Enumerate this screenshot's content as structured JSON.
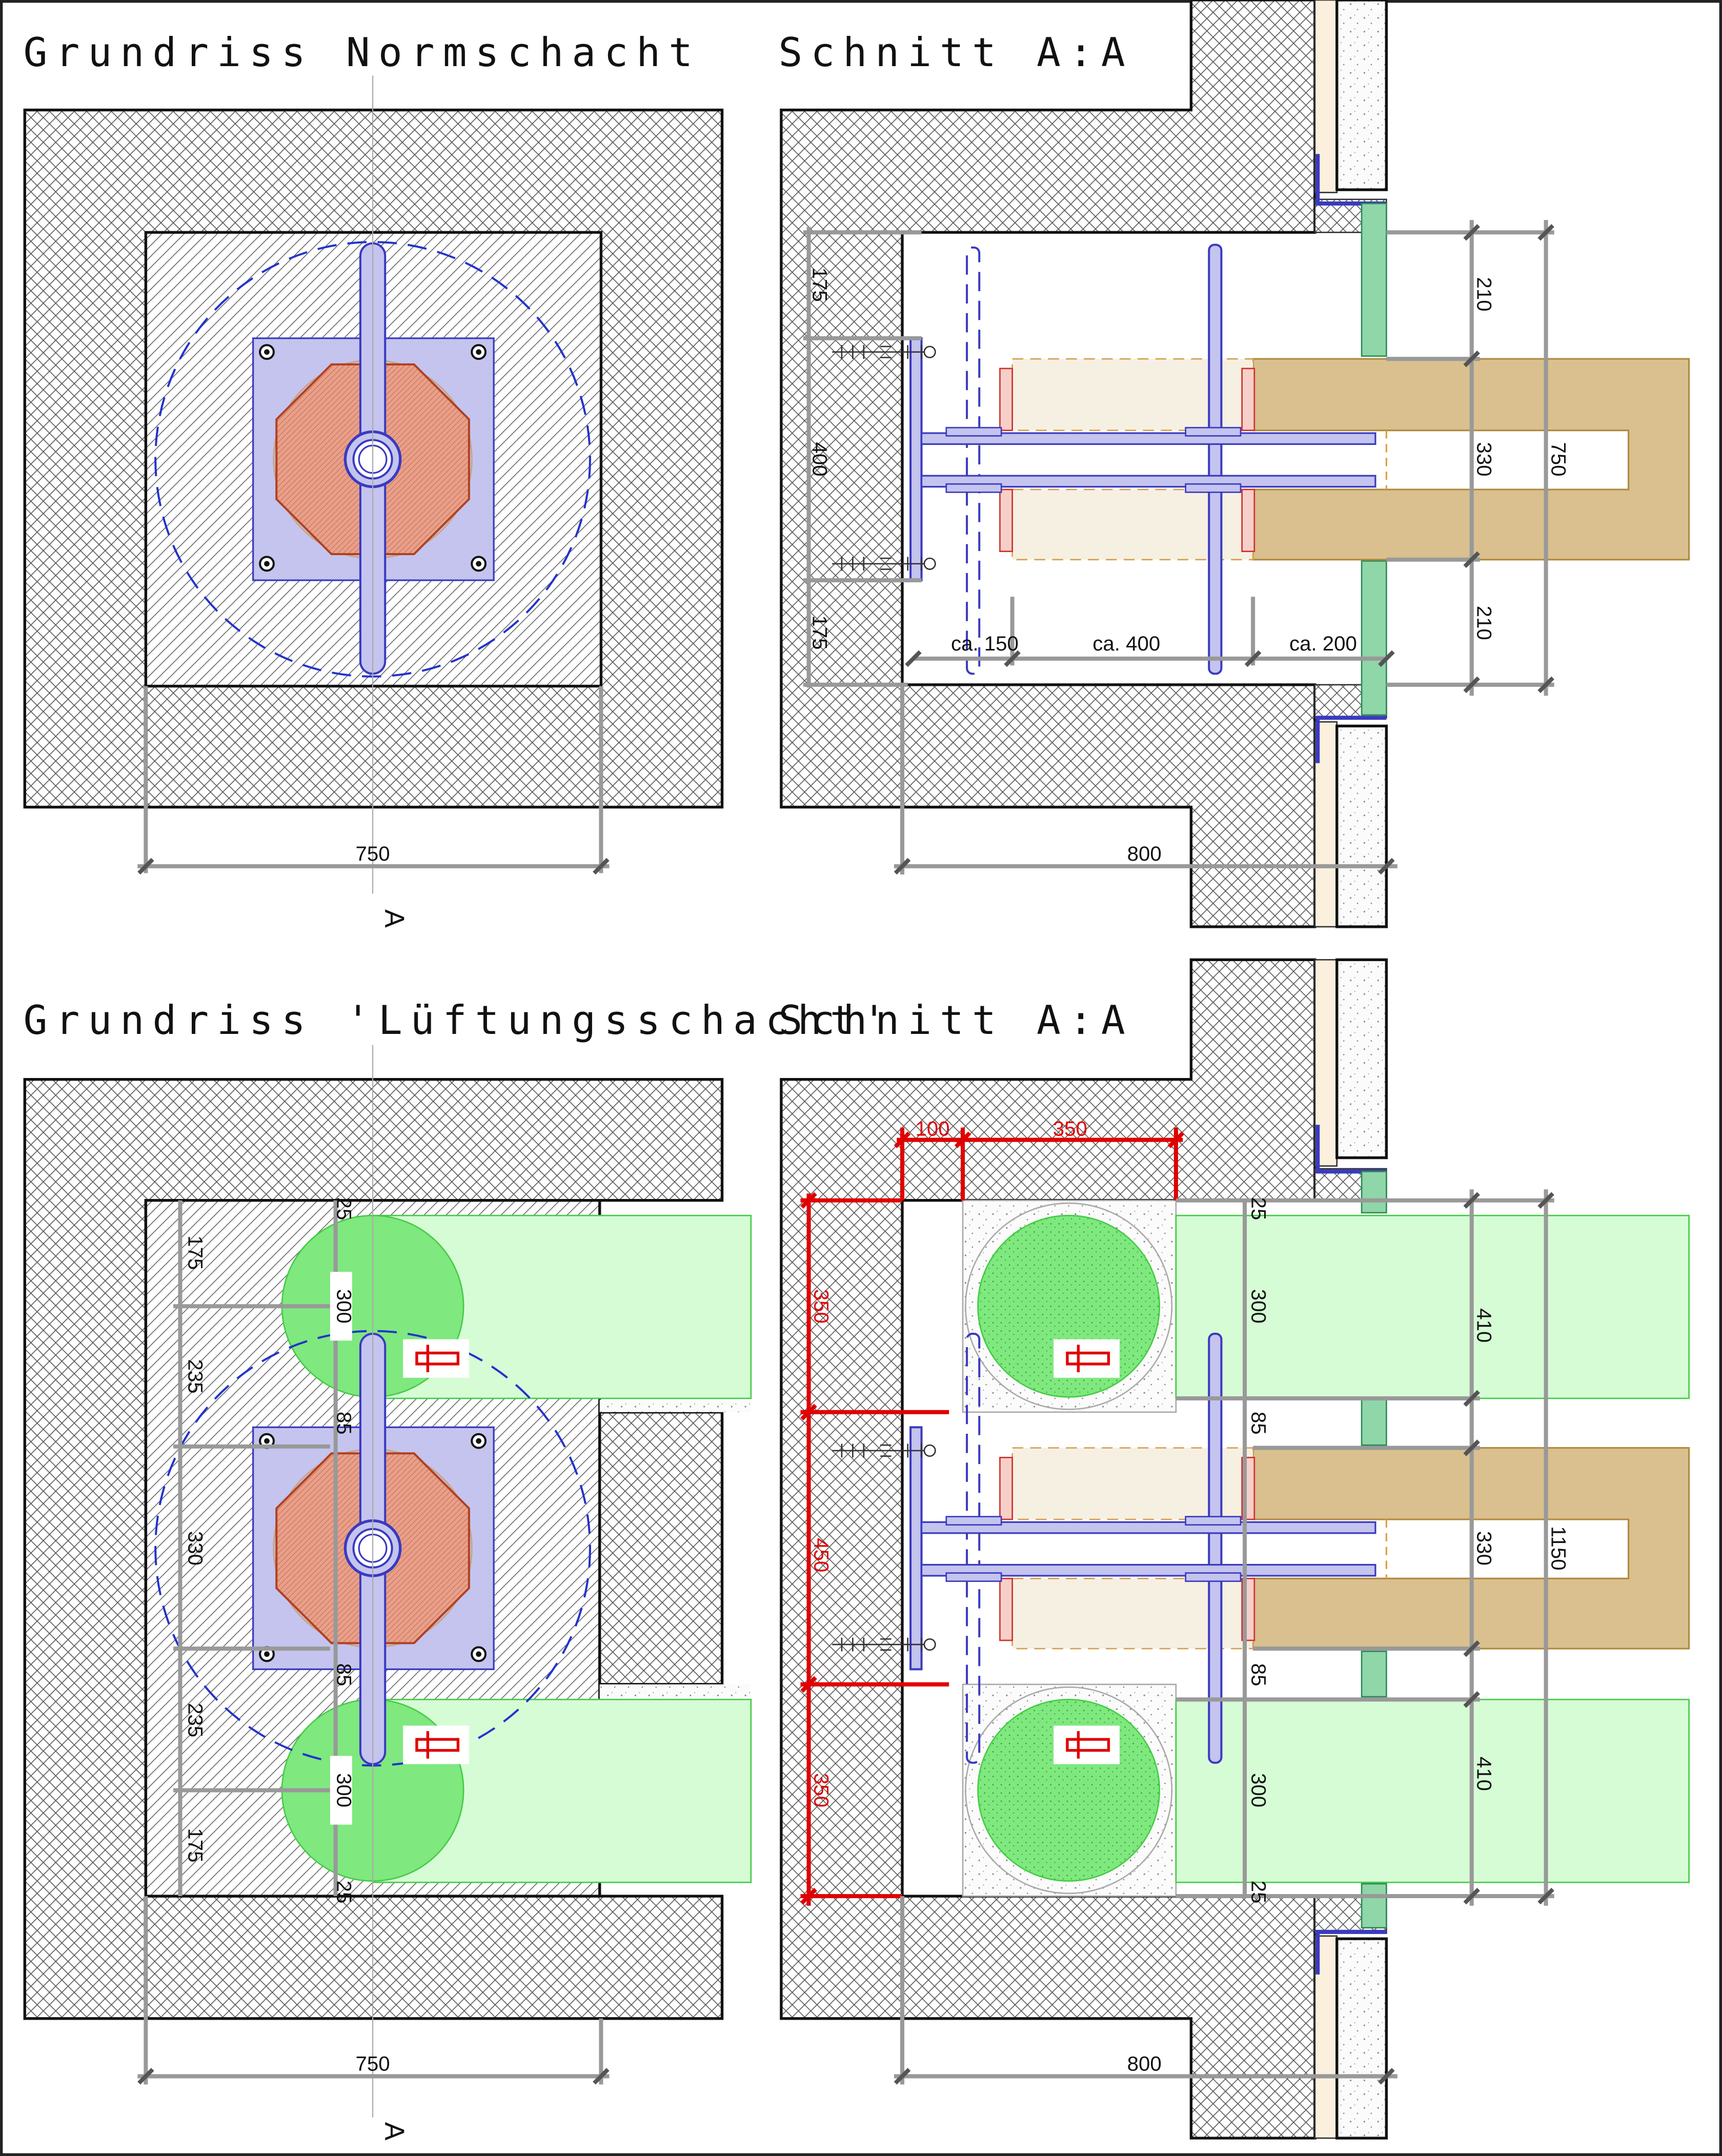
{
  "titles": {
    "plan_top": "Grundriss Normschacht",
    "section_top": "Schnitt A:A",
    "plan_bottom": "Grundriss 'Lüftungsschacht'",
    "section_bottom": "Schnitt A:A",
    "cut_mark_top": "A",
    "cut_mark_bottom": "A"
  },
  "dims_top": {
    "plan_width": "750",
    "section_width": "800",
    "v175a": "175",
    "v400": "400",
    "v175b": "175",
    "r210a": "210",
    "r330": "330",
    "r210b": "210",
    "r750": "750",
    "ca150": "ca. 150",
    "ca400": "ca. 400",
    "ca200": "ca. 200"
  },
  "dims_bottom": {
    "plan_width": "750",
    "section_width": "800",
    "p175a": "175",
    "p235a": "235",
    "p330": "330",
    "p235b": "235",
    "p175b": "175",
    "c25a": "25",
    "c300a": "300",
    "c85a": "85",
    "c85b": "85",
    "c300b": "300",
    "c25b": "25",
    "red100": "100",
    "red350": "350",
    "red350a": "350",
    "red450": "450",
    "red350b": "350",
    "s25a": "25",
    "s300a": "300",
    "s85a": "85",
    "s330": "330",
    "s85b": "85",
    "s300b": "300",
    "s25b": "25",
    "s410a": "410",
    "s1150": "1150",
    "s410b": "410"
  },
  "colors": {
    "concrete_hatch": "#333333",
    "tan_slab": "#d9c08e",
    "insulation": "#f6f0e2",
    "steel_blue": "#c4c4ef",
    "fire_seal_red": "#e8a08a",
    "duct_green": "#7fe87f",
    "duct_light": "#d6fcd6",
    "seal_strip": "#8fd6a8",
    "dim_red": "#e00000"
  }
}
